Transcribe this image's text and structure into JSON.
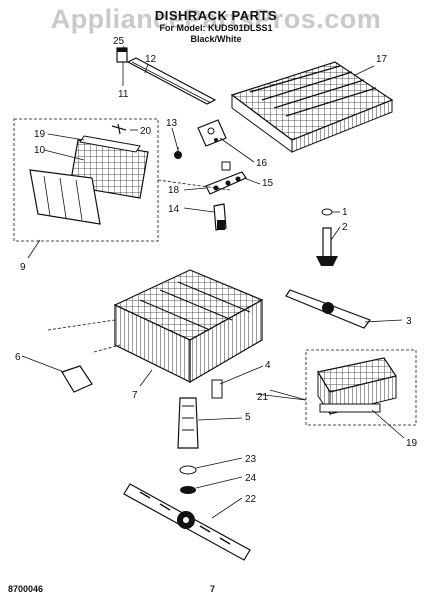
{
  "header": {
    "watermark": "AppliancePartsPros.com",
    "title": "DISHRACK PARTS",
    "model": "For Model: KUDS01DLSS1",
    "color": "Black/White"
  },
  "footer": {
    "code": "8700046",
    "page": "7"
  },
  "callouts": [
    "1",
    "2",
    "3",
    "4",
    "5",
    "6",
    "7",
    "9",
    "10",
    "11",
    "12",
    "13",
    "14",
    "15",
    "16",
    "17",
    "18",
    "19",
    "19",
    "20",
    "21",
    "22",
    "23",
    "24",
    "25"
  ]
}
